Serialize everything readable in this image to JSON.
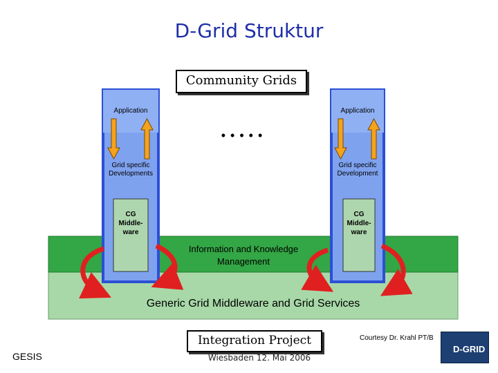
{
  "title": "D-Grid Struktur",
  "community_grids": "Community Grids",
  "ellipsis": "• • • • •",
  "columns": [
    {
      "application": "Application",
      "grid_specific": "Grid specific Developments",
      "cg_middleware": "CG Middle- ware"
    },
    {
      "application": "Application",
      "grid_specific": "Grid specific Development",
      "cg_middleware": "CG Middle- ware"
    }
  ],
  "info_knowledge": "Information and Knowledge Management",
  "generic_layer": "Generic Grid Middleware and Grid Services",
  "integration_project": "Integration Project",
  "footer": {
    "left": "GESIS",
    "date": "Wiesbaden 12. Mai 2006",
    "courtesy": "Courtesy Dr. Krahl PT/B",
    "logo": "D-GRID"
  },
  "colors": {
    "title": "#1f2fa8",
    "column_blue": "#7fa2ef",
    "column_blue_dark": "#2c4fd6",
    "middleware_green": "#aed6ae",
    "info_green": "#33a645",
    "generic_green": "#a8d8a8",
    "arrow_orange": "#f5a21e",
    "curved_arrow_red": "#e02020"
  },
  "icons": [
    "curved-arrow-icon",
    "down-arrow-icon",
    "up-arrow-icon",
    "d-grid-logo"
  ]
}
